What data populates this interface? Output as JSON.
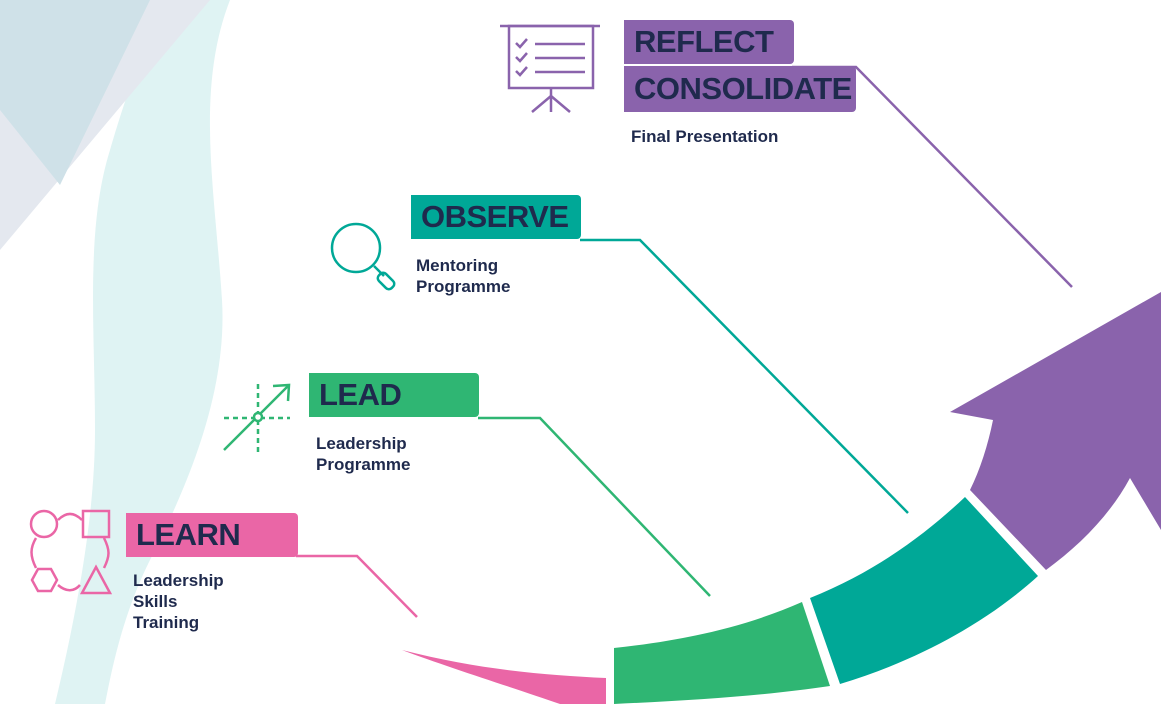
{
  "colors": {
    "learn": "#ea66a6",
    "lead": "#2fb673",
    "observe": "#00a897",
    "reflect": "#8a63ac",
    "text": "#1f2a4d"
  },
  "stages": [
    {
      "id": "learn",
      "title": "LEARN",
      "subtitle": "Leadership\nSkills\nTraining",
      "icon": "shapes-icon"
    },
    {
      "id": "lead",
      "title": "LEAD",
      "subtitle": "Leadership\nProgramme",
      "icon": "growth-arrow-icon"
    },
    {
      "id": "observe",
      "title": "OBSERVE",
      "subtitle": "Mentoring\nProgramme",
      "icon": "magnifier-icon"
    },
    {
      "id": "reflect",
      "title_line1": "REFLECT",
      "title_line2": "CONSOLIDATE",
      "subtitle": "Final Presentation",
      "icon": "presentation-board-icon"
    }
  ]
}
